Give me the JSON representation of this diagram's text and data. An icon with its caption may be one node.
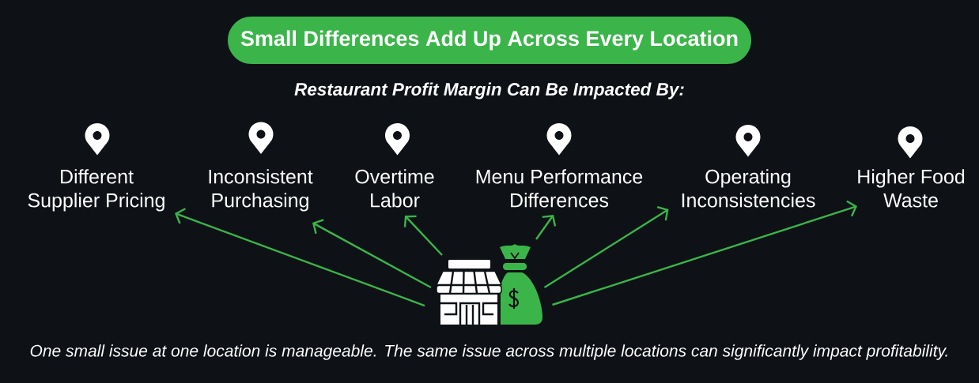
{
  "diagram": {
    "title": "Small Differences Add Up Across Every Location",
    "nodes": [
      {
        "text": [
          "Different Supplier Pricing"
        ]
      },
      {
        "text": [
          "Inconsistent Purchasing"
        ]
      },
      {
        "text": [
          "Overtime Labor"
        ]
      },
      {
        "text": [
          "Menu Performance Differences"
        ]
      },
      {
        "text": [
          "Operating Inconsistencies"
        ]
      },
      {
        "text": [
          "Higher Food Waste"
        ]
      },
      {
        "text": [],
        "shape": "picture"
      }
    ],
    "edges": [
      {
        "from": 6,
        "to": 0,
        "arrow": "to"
      },
      {
        "from": 6,
        "to": 1,
        "arrow": "to"
      },
      {
        "from": 6,
        "to": 2,
        "arrow": "to"
      },
      {
        "from": 6,
        "to": 3,
        "arrow": "to"
      },
      {
        "from": 6,
        "to": 4,
        "arrow": "to"
      },
      {
        "from": 6,
        "to": 5,
        "arrow": "to"
      }
    ],
    "labels": [
      "Restaurant Profit Margin Can Be Impacted By:"
    ],
    "caption": "One small issue at one location is manageable. The same issue across multiple locations can significantly impact profitability."
  }
}
